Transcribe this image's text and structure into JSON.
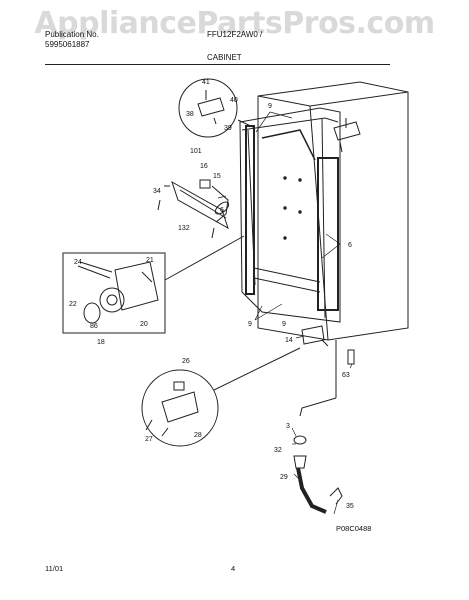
{
  "watermark": "AppliancePartsPros.com",
  "header": {
    "publication_label": "Publication No.",
    "publication_no": "5995061887",
    "model": "FFU12F2AW0 /",
    "section_title": "CABINET"
  },
  "diagram_code": "P08C0488",
  "footer": {
    "date": "11/01",
    "page": "4"
  },
  "callouts": {
    "c41": "41",
    "c40": "40",
    "c38": "38",
    "c39": "39",
    "c101": "101",
    "c16": "16",
    "c15": "15",
    "c6a": "6",
    "c34": "34",
    "c132": "132",
    "c9a": "9",
    "c9b": "9",
    "c6b": "6",
    "c9c": "9",
    "c24": "24",
    "c21": "21",
    "c22": "22",
    "c86": "86",
    "c20": "20",
    "c18": "18",
    "c14": "14",
    "c63": "63",
    "c26": "26",
    "c27": "27",
    "c28": "28",
    "c3": "3",
    "c32": "32",
    "c29": "29",
    "c35": "35"
  }
}
